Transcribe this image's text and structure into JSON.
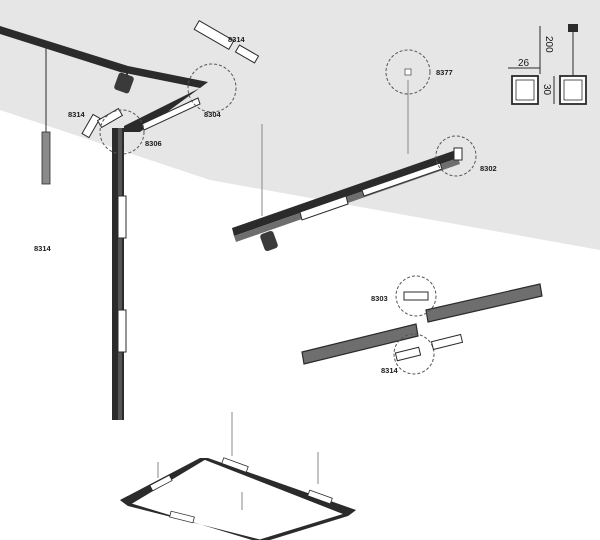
{
  "labels": {
    "l8314_top": "8314",
    "l8304": "8304",
    "l8314_left": "8314",
    "l8306": "8306",
    "l8314_wall": "8314",
    "l8377": "8377",
    "l8302": "8302",
    "l8303": "8303",
    "l8314_right": "8314"
  },
  "profile": {
    "width": "26",
    "height": "30",
    "suspension": "200"
  },
  "colors": {
    "rail": "#2b2b2b",
    "rail_face": "#8a8a8a",
    "ceiling": "#e6e6e6",
    "callout": "#555555"
  }
}
